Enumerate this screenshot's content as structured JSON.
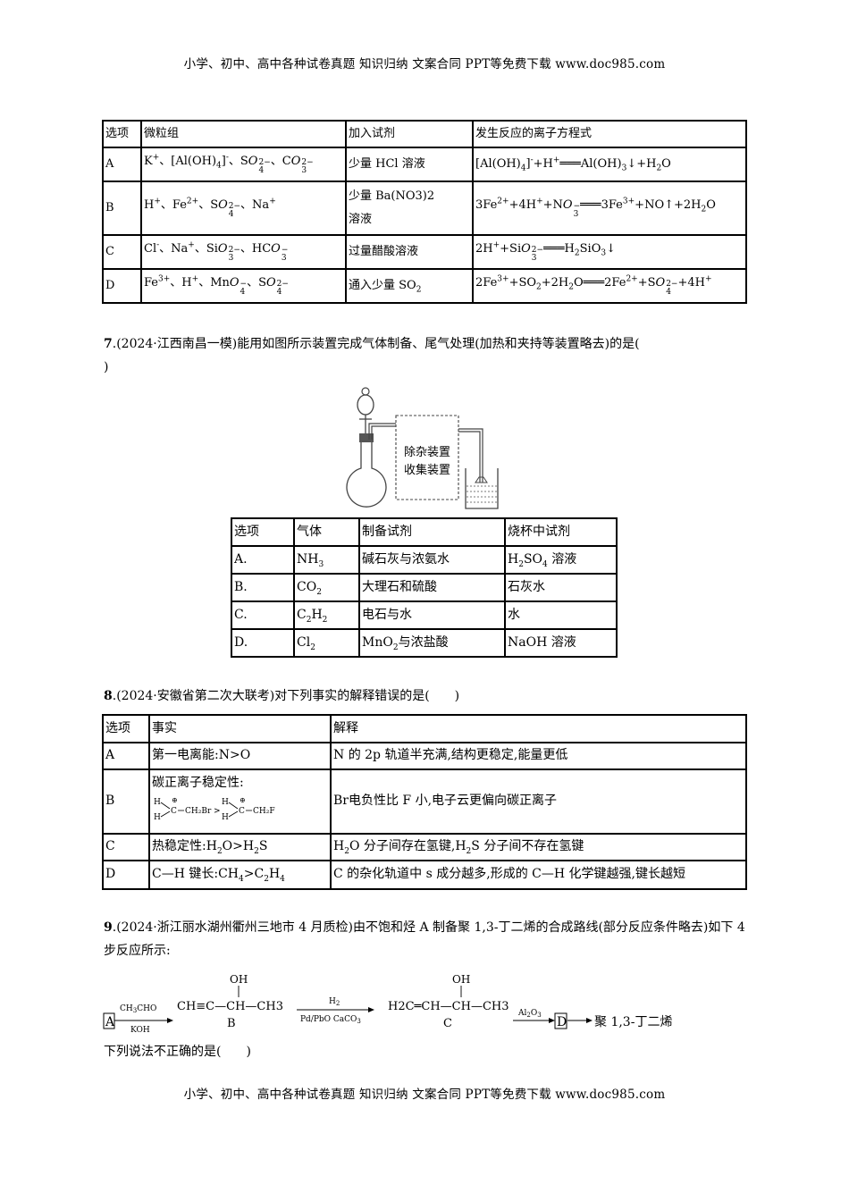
{
  "header": "小学、初中、高中各种试卷真题 知识归纳 文案合同 PPT等免费下载 www.doc985.com",
  "footer": "小学、初中、高中各种试卷真题 知识归纳 文案合同 PPT等免费下载 www.doc985.com",
  "table6": {
    "headers": [
      "选项",
      "微粒组",
      "加入试剂",
      "发生反应的离子方程式"
    ],
    "rows": [
      {
        "opt": "A",
        "reagent": "少量 HCl 溶液"
      },
      {
        "opt": "B",
        "reagent_1": "少量 Ba(NO3)2",
        "reagent_2": "溶液"
      },
      {
        "opt": "C",
        "reagent": "过量醋酸溶液"
      },
      {
        "opt": "D",
        "reagent": "通入少量 SO2"
      }
    ]
  },
  "q7": {
    "num": "7",
    "text": ".(2024·江西南昌一模)能用如图所示装置完成气体制备、尾气处理(加热和夹持等装置略去)的是(",
    "close": ")",
    "apparatus_label_1": "除杂装置",
    "apparatus_label_2": "收集装置",
    "headers": [
      "选项",
      "气体",
      "制备试剂",
      "烧杯中试剂"
    ],
    "rows": [
      [
        "A.",
        "NH3",
        "碱石灰与浓氨水",
        "H2SO4 溶液"
      ],
      [
        "B.",
        "CO2",
        "大理石和硫酸",
        "石灰水"
      ],
      [
        "C.",
        "C2H2",
        "电石与水",
        "水"
      ],
      [
        "D.",
        "Cl2",
        "MnO2与浓盐酸",
        "NaOH 溶液"
      ]
    ]
  },
  "q8": {
    "num": "8",
    "text": ".(2024·安徽省第二次大联考)对下列事实的解释错误的是(　　)",
    "headers": [
      "选项",
      "事实",
      "解释"
    ],
    "rows": [
      [
        "A",
        "第一电离能:N>O",
        "N 的 2p 轨道半充满,结构更稳定,能量更低"
      ],
      [
        "B",
        "碳正离子稳定性:",
        "Br电负性比 F 小,电子云更偏向碳正离子"
      ],
      [
        "C",
        "热稳定性:H2O>H2S",
        "H2O 分子间存在氢键,H2S 分子间不存在氢键"
      ],
      [
        "D",
        "C—H 键长:CH4>C2H4",
        "C 的杂化轨道中 s 成分越多,形成的 C—H 化学键越强,键长越短"
      ]
    ]
  },
  "q9": {
    "num": "9",
    "text": ".(2024·浙江丽水湖州衢州三地市 4 月质检)由不饱和烃 A 制备聚 1,3-丁二烯的合成路线(部分反应条件略去)如下 4 步反应所示:",
    "route": {
      "A": "A",
      "r1_top": "CH3CHO",
      "r1_bot": "KOH",
      "B_oh": "OH",
      "B": "CH≡C—CH—CH3",
      "B_label": "B",
      "r2_top": "H2",
      "r2_bot": "Pd/PbO CaCO3",
      "C_oh": "OH",
      "C": "H2C═CH—CH—CH3",
      "C_label": "C",
      "r3_top": "Al2O3",
      "D": "D",
      "product": "聚 1,3-丁二烯"
    },
    "footer_q": "下列说法不正确的是(　　)"
  }
}
